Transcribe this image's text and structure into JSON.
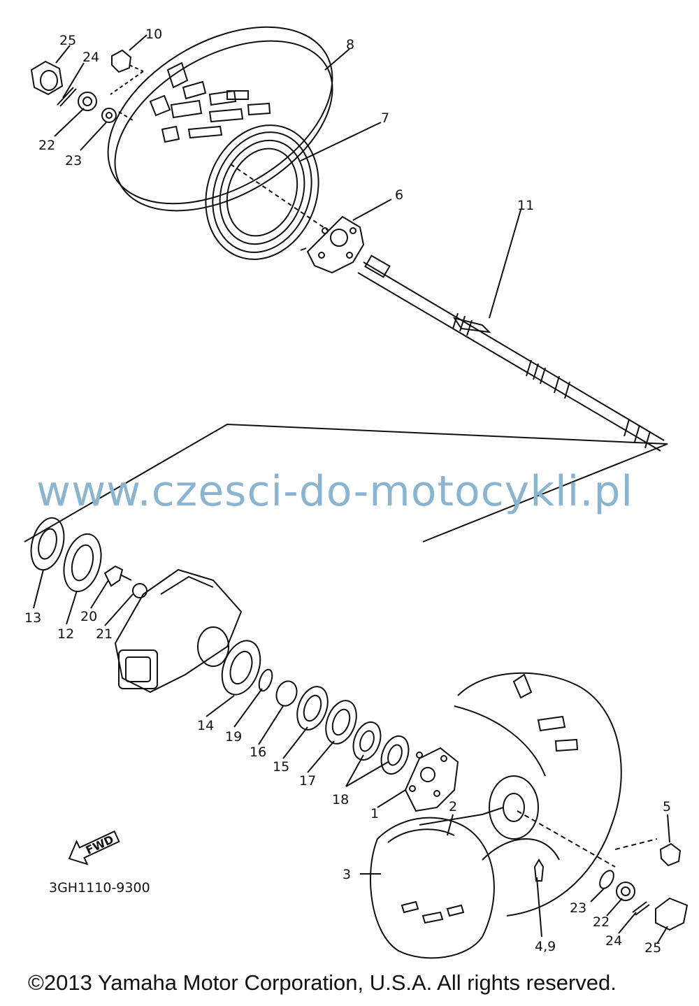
{
  "watermark": "www.czesci-do-motocykli.pl",
  "copyright": "©2013 Yamaha Motor Corporation, U.S.A. All rights reserved.",
  "diagram_code": "3GH1110-9300",
  "fwd_label": "FWD",
  "callouts": {
    "c1": "1",
    "c2": "2",
    "c3": "3",
    "c4_9": "4,9",
    "c5": "5",
    "c6": "6",
    "c7": "7",
    "c8": "8",
    "c10": "10",
    "c11": "11",
    "c12": "12",
    "c13": "13",
    "c14": "14",
    "c15": "15",
    "c16": "16",
    "c17": "17",
    "c18": "18",
    "c19": "19",
    "c20": "20",
    "c21": "21",
    "c22_top": "22",
    "c23_top": "23",
    "c24_top": "24",
    "c25_top": "25",
    "c22_bot": "22",
    "c23_bot": "23",
    "c24_bot": "24",
    "c25_bot": "25"
  },
  "colors": {
    "ink": "#111111",
    "watermark": "#8ab4d0",
    "background": "#ffffff"
  }
}
